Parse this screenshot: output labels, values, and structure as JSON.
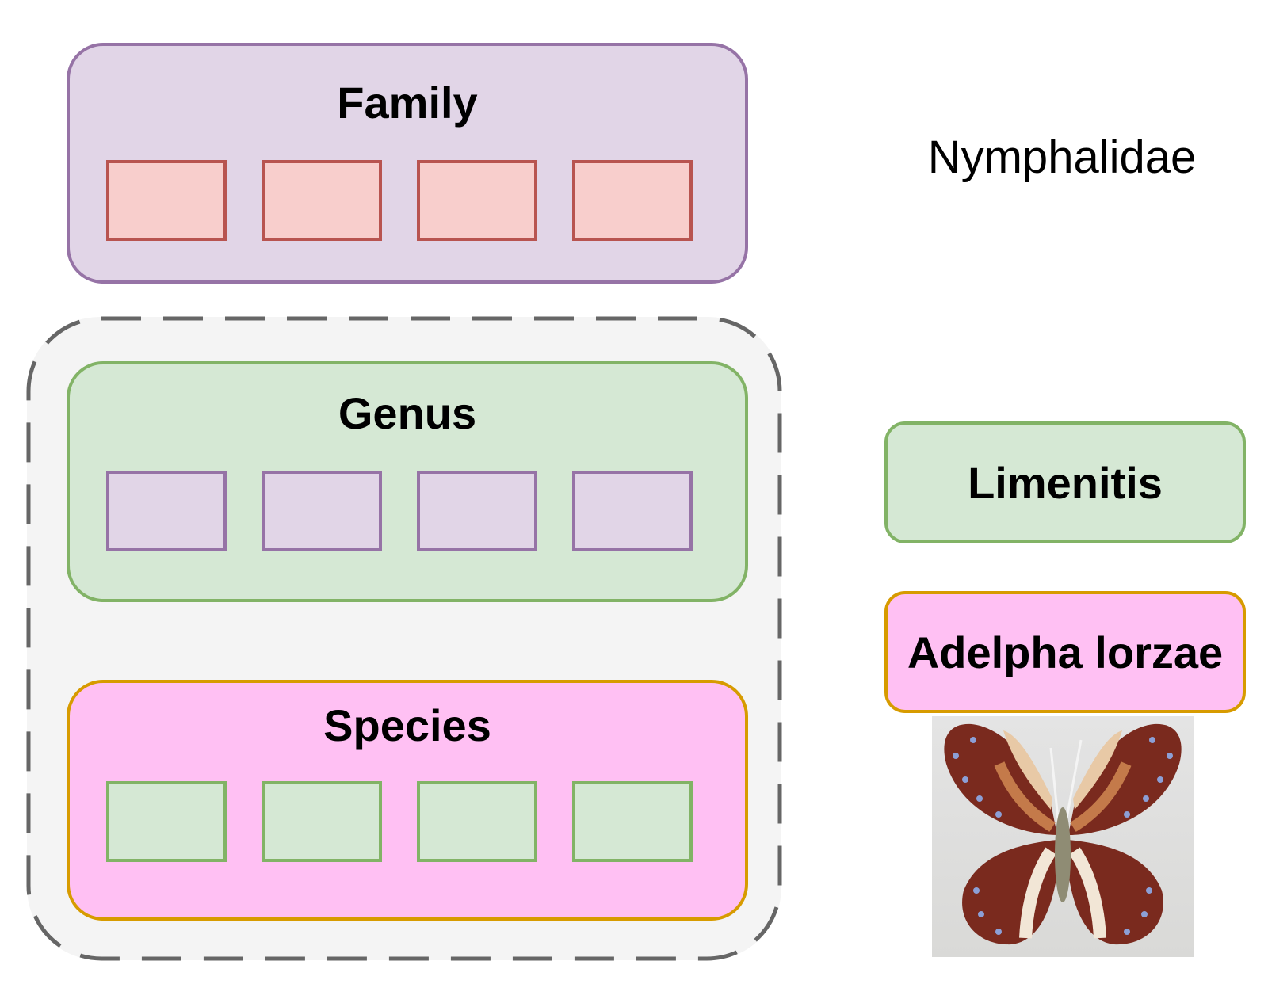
{
  "hierarchy": {
    "family": {
      "title": "Family"
    },
    "genus": {
      "title": "Genus"
    },
    "species": {
      "title": "Species"
    }
  },
  "example": {
    "family_name": "Nymphalidae",
    "genus_name": "Limenitis",
    "species_name": "Adelpha lorzae",
    "photo_icon": "butterfly-specimen-icon"
  },
  "colors": {
    "family_fill": "#e1d5e7",
    "family_stroke": "#9673a6",
    "genus_fill": "#d5e8d4",
    "genus_stroke": "#82b366",
    "species_fill": "#ffc0f3",
    "species_stroke": "#d79b00",
    "family_cell_fill": "#f8cecc",
    "family_cell_stroke": "#b85450",
    "group_fill": "#f4f4f4",
    "group_stroke": "#666666"
  }
}
